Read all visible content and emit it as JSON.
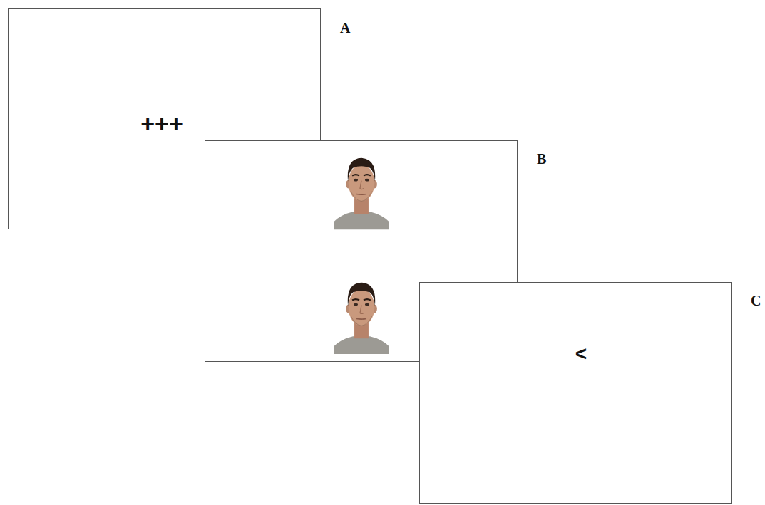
{
  "diagram": {
    "nodes": [
      {
        "text": [
          "A",
          "+++"
        ]
      },
      {
        "text": [
          "B"
        ]
      },
      {
        "text": [
          "C",
          "<"
        ]
      }
    ]
  }
}
